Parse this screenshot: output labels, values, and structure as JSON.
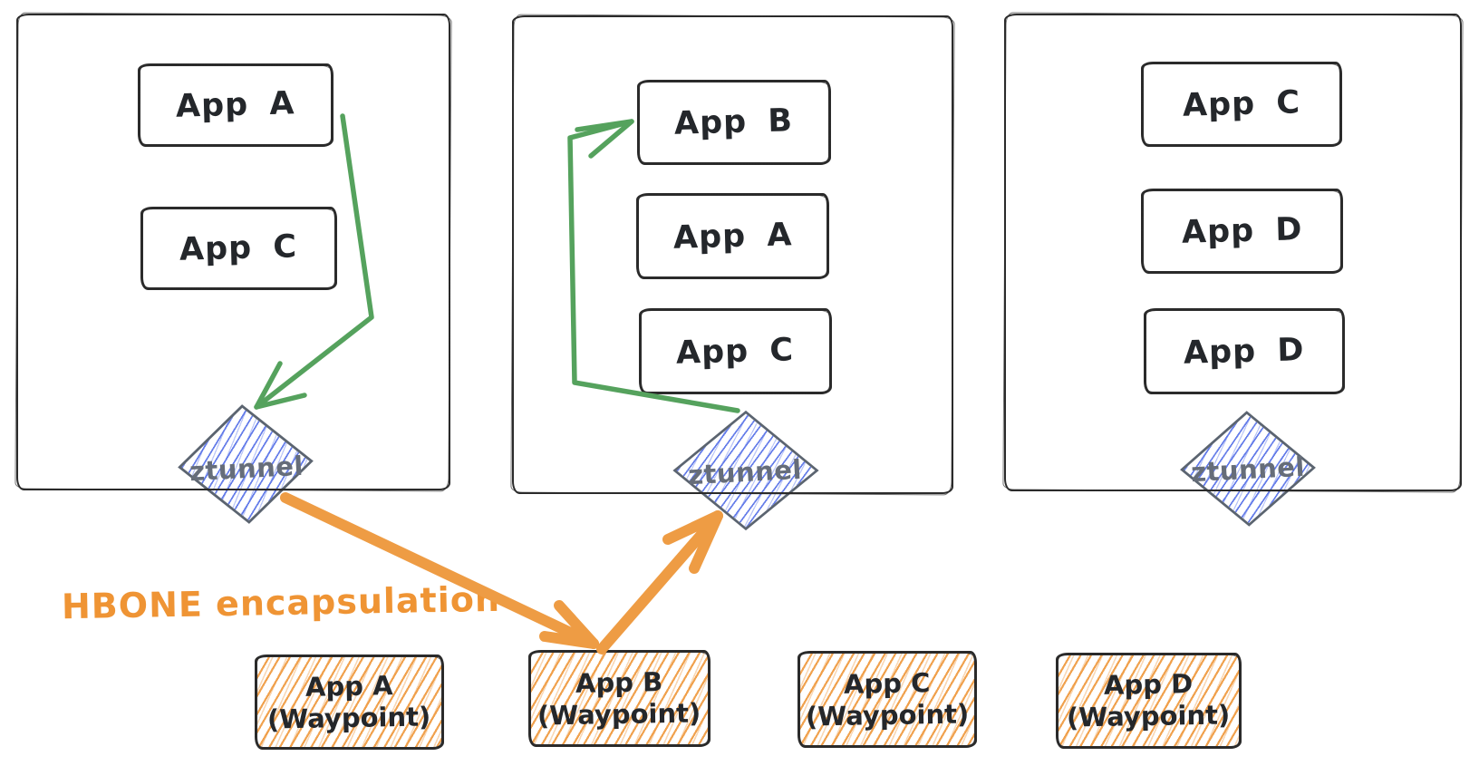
{
  "diagram": {
    "kind": "hand-drawn service-mesh sketch",
    "annotation": {
      "hbone_label": "HBONE encapsulation"
    },
    "nodes": [
      {
        "id": "node-1",
        "apps": [
          "App A",
          "App C"
        ],
        "ztunnel": "ztunnel"
      },
      {
        "id": "node-2",
        "apps": [
          "App B",
          "App A",
          "App C"
        ],
        "ztunnel": "ztunnel"
      },
      {
        "id": "node-3",
        "apps": [
          "App C",
          "App D",
          "App D"
        ],
        "ztunnel": "ztunnel"
      }
    ],
    "waypoints": [
      {
        "app": "App A",
        "role": "(Waypoint)"
      },
      {
        "app": "App B",
        "role": "(Waypoint)"
      },
      {
        "app": "App C",
        "role": "(Waypoint)"
      },
      {
        "app": "App D",
        "role": "(Waypoint)"
      }
    ],
    "edges": [
      {
        "id": "green-1",
        "color": "green",
        "from": "App A (node 1)",
        "to": "ztunnel (node 1)"
      },
      {
        "id": "green-2",
        "color": "green",
        "from": "ztunnel (node 2)",
        "to": "App B (node 2)"
      },
      {
        "id": "orange-1",
        "color": "orange",
        "from": "ztunnel (node 1)",
        "to": "App B (Waypoint)"
      },
      {
        "id": "orange-2",
        "color": "orange",
        "from": "App B (Waypoint)",
        "to": "ztunnel (node 2)"
      }
    ],
    "colors": {
      "green": "#55a25d",
      "orange": "#ee9434",
      "blue_hatch": "#5d76e8",
      "ink": "#2b2b2b",
      "ztunnel_border": "#5b6470",
      "ztunnel_text": "#666d79"
    }
  }
}
